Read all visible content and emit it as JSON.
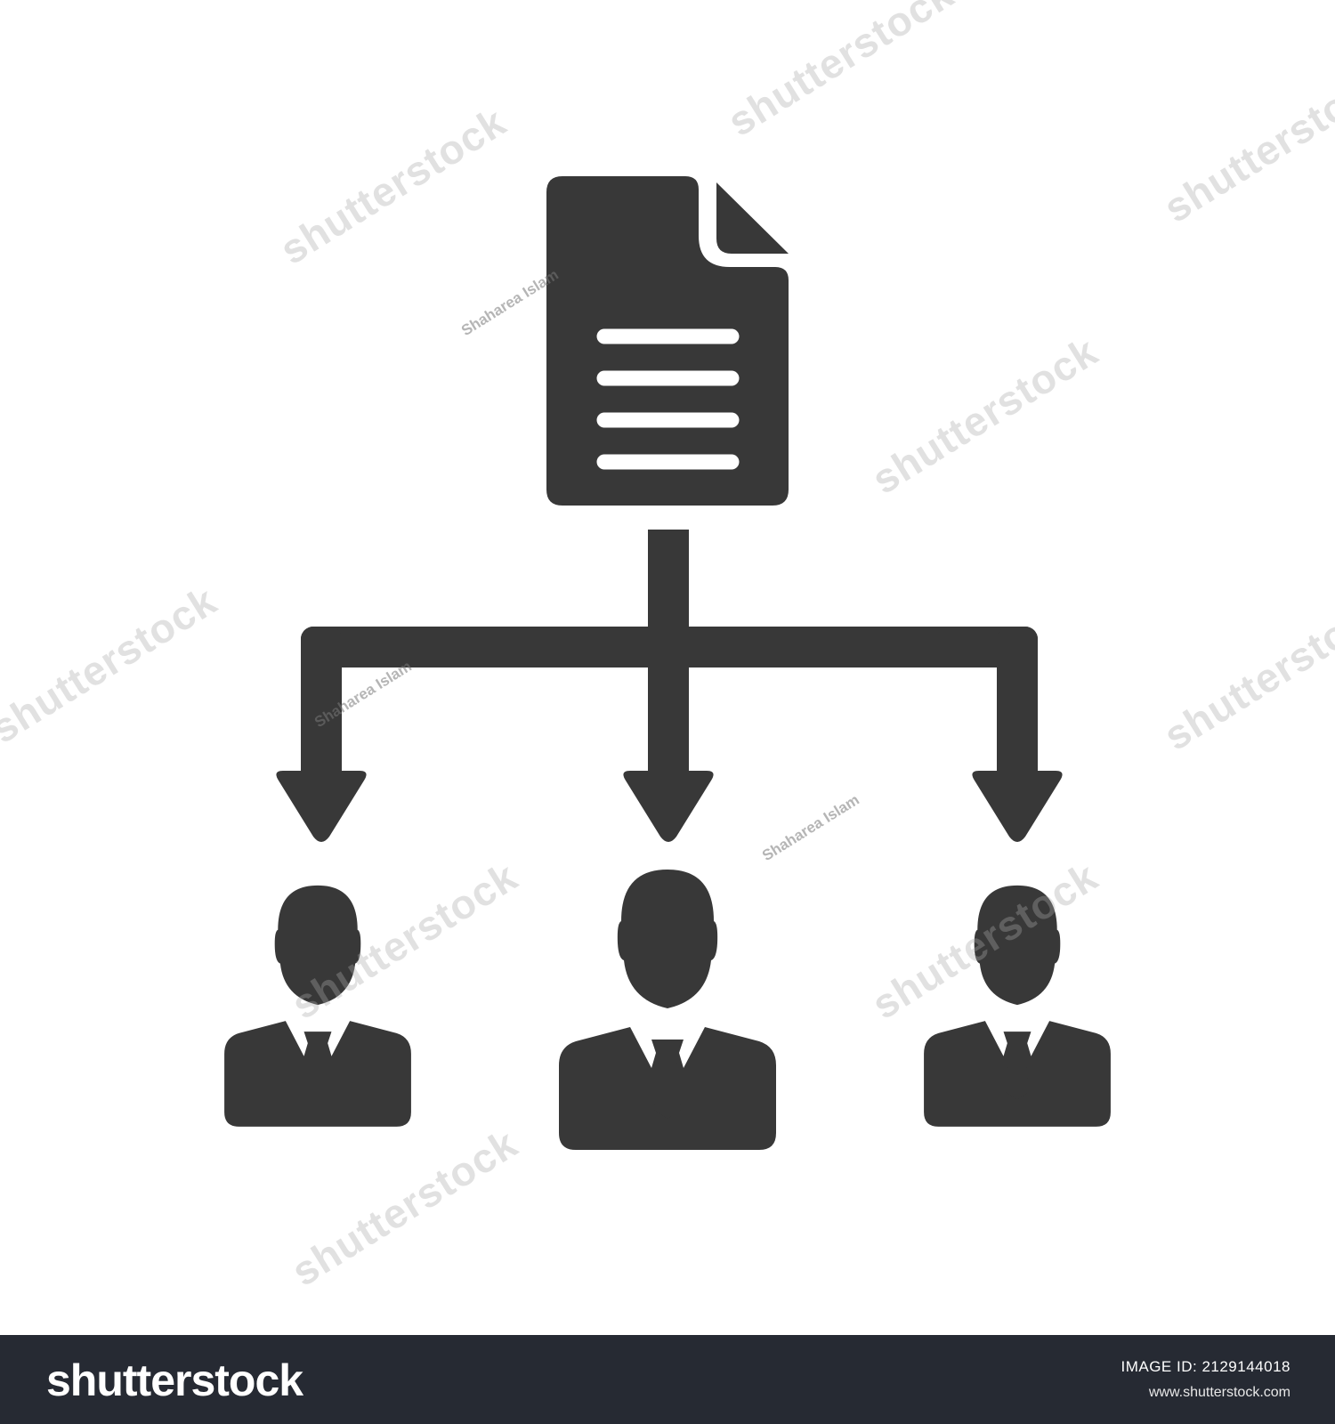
{
  "colors": {
    "icon": "#383838",
    "background": "#ffffff",
    "footer": "#262a33"
  },
  "diagram": {
    "source": {
      "icon": "document-icon"
    },
    "targets": [
      {
        "icon": "businessman-icon"
      },
      {
        "icon": "businessman-icon"
      },
      {
        "icon": "businessman-icon"
      }
    ]
  },
  "watermark": {
    "brand": "shutterstock",
    "author": "Shaharea Islam"
  },
  "footer": {
    "logo": "shutterstock",
    "image_id": "IMAGE ID: 2129144018",
    "url": "www.shutterstock.com"
  }
}
